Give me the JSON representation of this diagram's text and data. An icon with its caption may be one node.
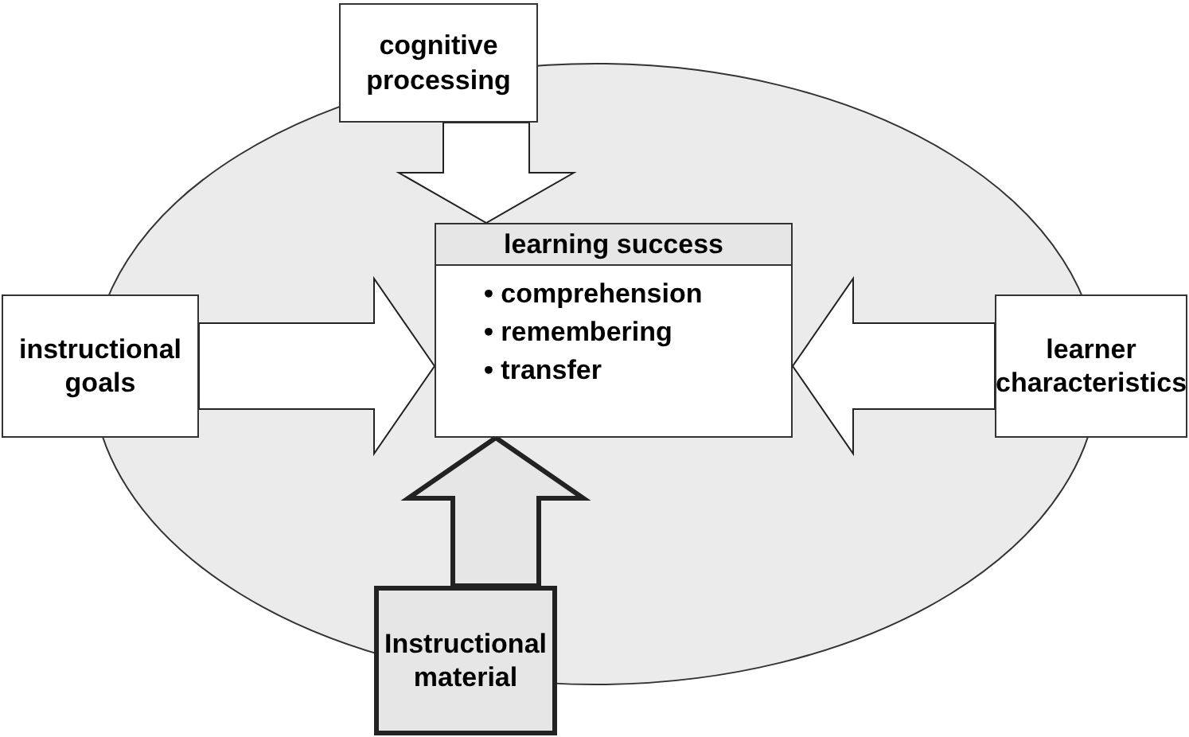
{
  "diagram": {
    "nodes": [
      {
        "text": [
          "cognitive processing"
        ]
      },
      {
        "text": [
          "learning success",
          "• comprehension",
          "• remembering",
          "• transfer"
        ]
      },
      {
        "text": [
          "instructional goals"
        ]
      },
      {
        "text": [
          "learner characteristics"
        ]
      },
      {
        "text": [
          "Instructional material"
        ]
      }
    ],
    "edges": [
      {
        "from": 0,
        "to": 1,
        "arrow": "to"
      },
      {
        "from": 2,
        "to": 1,
        "arrow": "to"
      },
      {
        "from": 3,
        "to": 1,
        "arrow": "to"
      },
      {
        "from": 4,
        "to": 1,
        "arrow": "to",
        "style": "thick"
      }
    ]
  }
}
